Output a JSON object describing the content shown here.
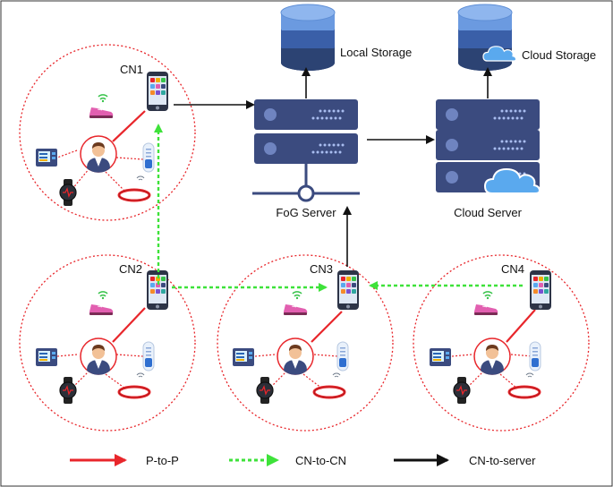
{
  "storage": {
    "local_label": "Local Storage",
    "cloud_label": "Cloud Storage"
  },
  "servers": {
    "fog_label": "FoG Server",
    "cloud_label": "Cloud Server"
  },
  "clusters": [
    {
      "id": "cn1",
      "label": "CN1"
    },
    {
      "id": "cn2",
      "label": "CN2"
    },
    {
      "id": "cn3",
      "label": "CN3"
    },
    {
      "id": "cn4",
      "label": "CN4"
    }
  ],
  "legend": {
    "p2p": "P-to-P",
    "cn2cn": "CN-to-CN",
    "cn2server": "CN-to-server"
  },
  "colors": {
    "p2p": "#e8262b",
    "cn2cn": "#3ee23a",
    "cn2server": "#111111",
    "server": "#3b4b7f",
    "server_light": "#4d6099",
    "db_dark": "#2c4373",
    "db_mid": "#3a5fa8",
    "db_light": "#6b9ae0",
    "cloud": "#5aa9ee"
  }
}
